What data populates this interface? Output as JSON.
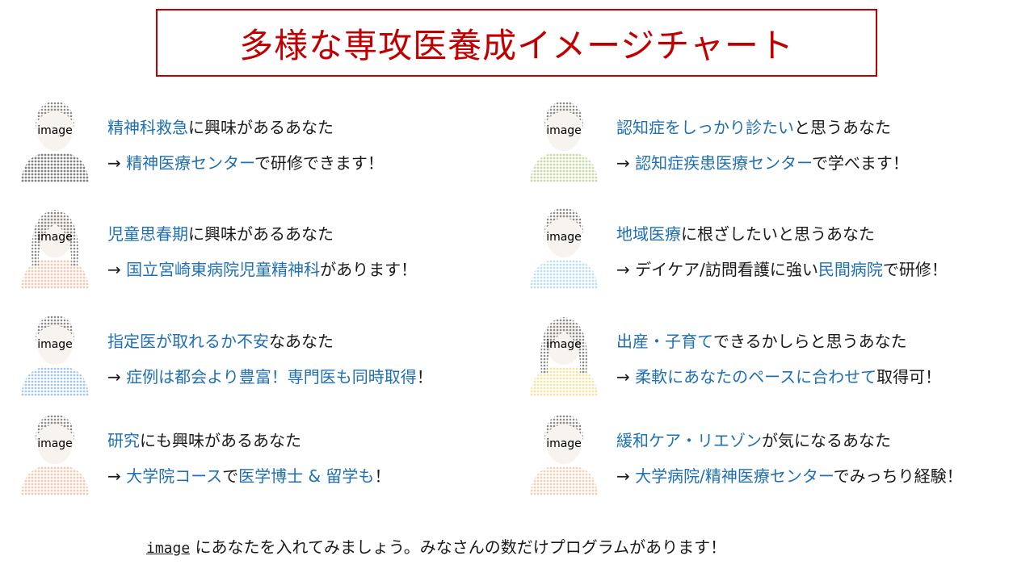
{
  "title": "多様な専攻医養成イメージチャート",
  "avatar_label": "image",
  "cards": [
    {
      "line1": [
        {
          "t": "精神科救急",
          "hl": true
        },
        {
          "t": "に興味があるあなた",
          "hl": false
        }
      ],
      "line2": [
        {
          "t": "→ ",
          "hl": false
        },
        {
          "t": "精神医療センター",
          "hl": true
        },
        {
          "t": "で研修できます！",
          "hl": false
        }
      ]
    },
    {
      "line1": [
        {
          "t": "認知症をしっかり診たい",
          "hl": true
        },
        {
          "t": "と思うあなた",
          "hl": false
        }
      ],
      "line2": [
        {
          "t": "→ ",
          "hl": false
        },
        {
          "t": "認知症疾患医療センター",
          "hl": true
        },
        {
          "t": "で学べます！",
          "hl": false
        }
      ]
    },
    {
      "line1": [
        {
          "t": "児童思春期",
          "hl": true
        },
        {
          "t": "に興味があるあなた",
          "hl": false
        }
      ],
      "line2": [
        {
          "t": "→ ",
          "hl": false
        },
        {
          "t": "国立宮崎東病院児童精神科",
          "hl": true
        },
        {
          "t": "があります！",
          "hl": false
        }
      ]
    },
    {
      "line1": [
        {
          "t": "地域医療",
          "hl": true
        },
        {
          "t": "に根ざしたいと思うあなた",
          "hl": false
        }
      ],
      "line2": [
        {
          "t": "→ デイケア/訪問看護に強い",
          "hl": false
        },
        {
          "t": "民間病院",
          "hl": true
        },
        {
          "t": "で研修！",
          "hl": false
        }
      ]
    },
    {
      "line1": [
        {
          "t": "指定医が取れるか不安",
          "hl": true
        },
        {
          "t": "なあなた",
          "hl": false
        }
      ],
      "line2": [
        {
          "t": "→ ",
          "hl": false
        },
        {
          "t": "症例は都会より豊富！専門医も同時取得",
          "hl": true
        },
        {
          "t": "！",
          "hl": false
        }
      ]
    },
    {
      "line1": [
        {
          "t": "出産・子育て",
          "hl": true
        },
        {
          "t": "できるかしらと思うあなた",
          "hl": false
        }
      ],
      "line2": [
        {
          "t": "→ ",
          "hl": false
        },
        {
          "t": "柔軟にあなたのペースに合わせて",
          "hl": true
        },
        {
          "t": "取得可！",
          "hl": false
        }
      ]
    },
    {
      "line1": [
        {
          "t": "研究",
          "hl": true
        },
        {
          "t": "にも興味があるあなた",
          "hl": false
        }
      ],
      "line2": [
        {
          "t": "→ ",
          "hl": false
        },
        {
          "t": "大学院コース",
          "hl": true
        },
        {
          "t": "で",
          "hl": false
        },
        {
          "t": "医学博士 & 留学も",
          "hl": true
        },
        {
          "t": "！",
          "hl": false
        }
      ]
    },
    {
      "line1": [
        {
          "t": "緩和ケア・リエゾン",
          "hl": true
        },
        {
          "t": "が気になるあなた",
          "hl": false
        }
      ],
      "line2": [
        {
          "t": "→ ",
          "hl": false
        },
        {
          "t": "大学病院/精神医療センター",
          "hl": true
        },
        {
          "t": "でみっちり経験！",
          "hl": false
        }
      ]
    }
  ],
  "footer": {
    "image_word": "image",
    "rest": "にあなたを入れてみましょう。みなさんの数だけプログラムがあります！"
  },
  "colors": {
    "title_red": "#c00000",
    "highlight_blue": "#1f6fb4"
  }
}
